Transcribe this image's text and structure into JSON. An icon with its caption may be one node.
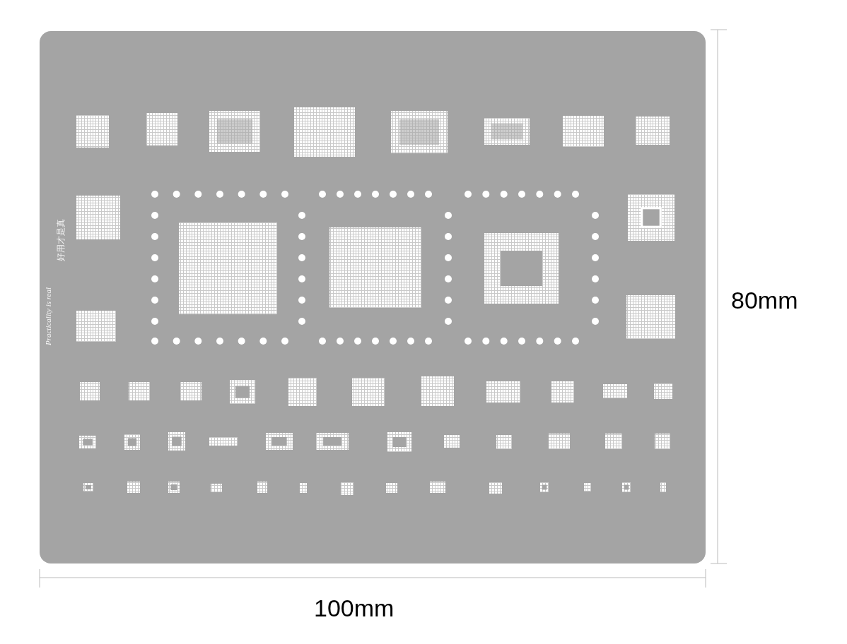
{
  "diagram": {
    "labels": [
      "Practicality is real",
      "好用才是真",
      "80mm",
      "100mm"
    ]
  }
}
